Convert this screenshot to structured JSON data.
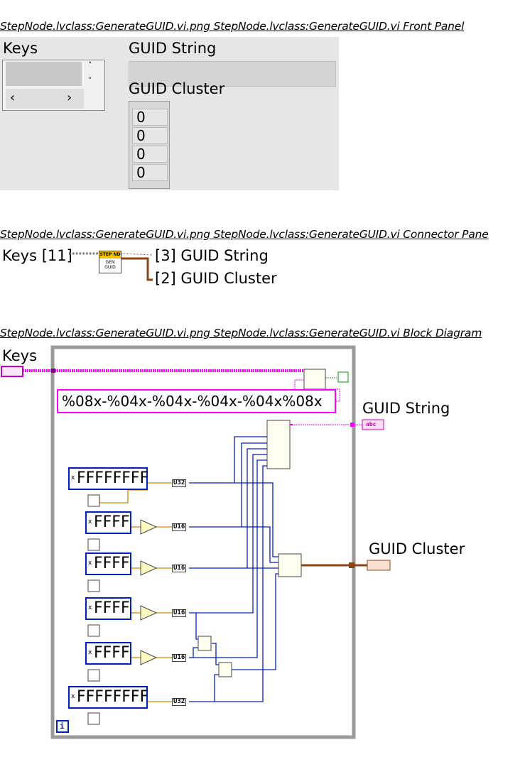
{
  "sections": {
    "front_panel": "StepNode.lvclass:GenerateGUID.vi.png  StepNode.lvclass:GenerateGUID.vi Front Panel",
    "connector_pane": "StepNode.lvclass:GenerateGUID.vi.png  StepNode.lvclass:GenerateGUID.vi Connector Pane",
    "block_diagram": "StepNode.lvclass:GenerateGUID.vi.png  StepNode.lvclass:GenerateGUID.vi Block Diagram"
  },
  "front_panel": {
    "keys_label": "Keys",
    "guid_string_label": "GUID String",
    "guid_cluster_label": "GUID Cluster",
    "cluster_values": [
      "0",
      "0",
      "0",
      "0"
    ]
  },
  "connector_pane": {
    "input": "Keys [11]",
    "output_1": "[3] GUID String",
    "output_2": "[2] GUID Cluster",
    "icon_top": "STEP ND",
    "icon_bottom": "GEN GUID"
  },
  "block_diagram": {
    "keys_label": "Keys",
    "format_string": "%08x-%04x-%04x-%04x-%04x%08x",
    "guid_string_label": "GUID String",
    "guid_cluster_label": "GUID Cluster",
    "constants": [
      "FFFFFFFF",
      "FFFF",
      "FFFF",
      "FFFF",
      "FFFF",
      "FFFFFFFF"
    ],
    "types": [
      "U32",
      "U16",
      "U16",
      "U16",
      "U16",
      "U32"
    ],
    "indicator_string": "abc",
    "loop_index": "i"
  },
  "colors": {
    "string_wire": "#ff00ff",
    "numeric_wire": "#0020c0",
    "cluster_wire": "#8b4513",
    "panel_bg": "#e6e6e6"
  }
}
